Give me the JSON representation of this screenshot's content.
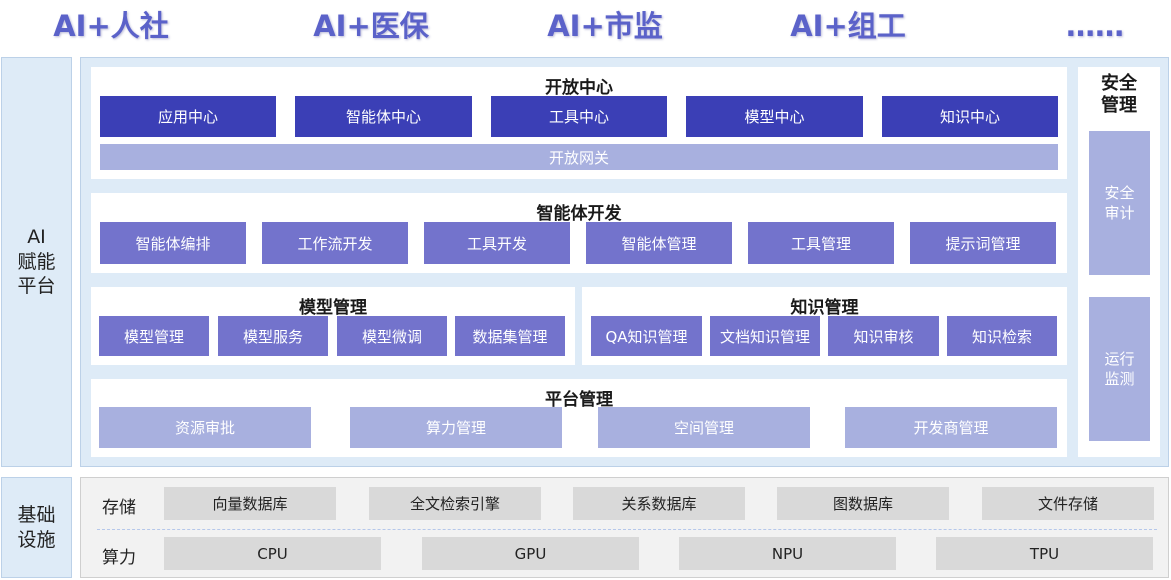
{
  "top_scenarios": [
    "AI+人社",
    "AI+医保",
    "AI+市监",
    "AI+组工",
    "……"
  ],
  "left_labels": {
    "ai_platform": "AI\n赋能\n平台",
    "infrastructure": "基础\n设施"
  },
  "open_center": {
    "title": "开放中心",
    "items": [
      "应用中心",
      "智能体中心",
      "工具中心",
      "模型中心",
      "知识中心"
    ],
    "gateway": "开放网关"
  },
  "agent_dev": {
    "title": "智能体开发",
    "items": [
      "智能体编排",
      "工作流开发",
      "工具开发",
      "智能体管理",
      "工具管理",
      "提示词管理"
    ]
  },
  "model_mgmt": {
    "title": "模型管理",
    "items": [
      "模型管理",
      "模型服务",
      "模型微调",
      "数据集管理"
    ]
  },
  "knowledge_mgmt": {
    "title": "知识管理",
    "items": [
      "QA知识管理",
      "文档知识管理",
      "知识审核",
      "知识检索"
    ]
  },
  "platform_mgmt": {
    "title": "平台管理",
    "items": [
      "资源审批",
      "算力管理",
      "空间管理",
      "开发商管理"
    ]
  },
  "security": {
    "title": "安全\n管理",
    "items": [
      "安全\n审计",
      "运行\n监测"
    ]
  },
  "infrastructure": {
    "storage_label": "存储",
    "storage_items": [
      "向量数据库",
      "全文检索引擎",
      "关系数据库",
      "图数据库",
      "文件存储"
    ],
    "compute_label": "算力",
    "compute_items": [
      "CPU",
      "GPU",
      "NPU",
      "TPU"
    ]
  },
  "colors": {
    "dark_box": "#3b3fb6",
    "mid_box": "#7373cc",
    "light_box": "#a8b0df",
    "panel_bg": "#deebf7",
    "infra_box": "#d9d9d9",
    "top_text": "#5b62c9"
  }
}
